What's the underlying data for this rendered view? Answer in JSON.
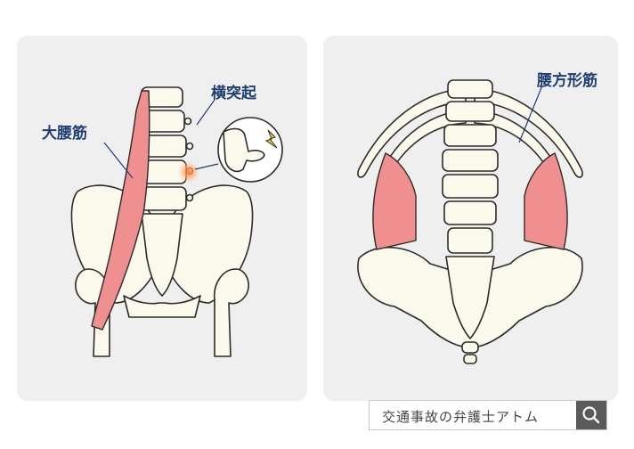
{
  "labels": {
    "psoas_major": "大腰筋",
    "transverse_process": "横突起",
    "quadratus_lumborum": "腰方形筋"
  },
  "footer": {
    "brand_text": "交通事故の弁護士アトム",
    "search_icon": "search-icon"
  },
  "colors": {
    "panel_bg": "#efefef",
    "bone": "#fbf8ec",
    "outline": "#2b2b2b",
    "muscle": "#ef8f8f",
    "label": "#1f3e73",
    "pain_glow": "#ff9a4a",
    "spark": "#f3d21c",
    "search_button": "#5b5b5b"
  }
}
